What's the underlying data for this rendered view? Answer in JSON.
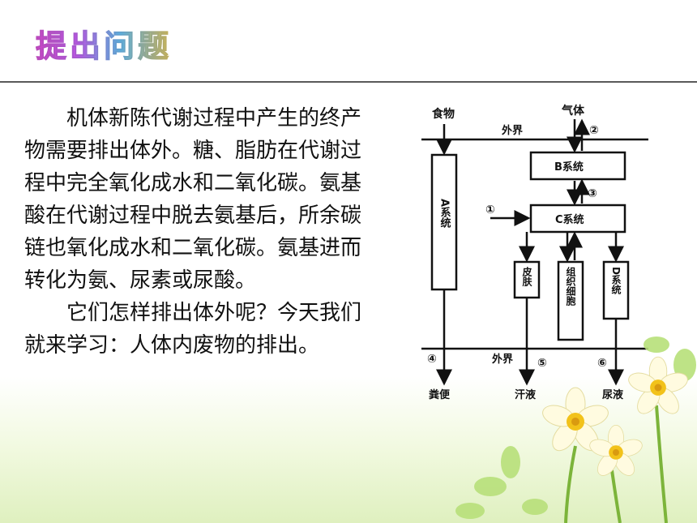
{
  "title": "提出问题",
  "paragraphs": [
    "机体新陈代谢过程中产生的终产物需要排出体外。糖、脂肪在代谢过程中完全氧化成水和二氧化碳。氨基酸在代谢过程中脱去氨基后，所余碳链也氧化成水和二氧化碳。氨基进而转化为氨、尿素或尿酸。",
    "它们怎样排出体外呢？今天我们就来学习：人体内废物的排出。"
  ],
  "diagram": {
    "food": "食物",
    "gas": "气体",
    "outside_top": "外界",
    "outside_bottom": "外界",
    "system_a": "A系统",
    "system_b": "B系统",
    "system_c": "C系统",
    "system_d": "D系统",
    "skin": "皮肤",
    "tissue_cells": "组织细胞",
    "feces": "粪便",
    "sweat": "汗液",
    "urine": "尿液",
    "num1": "①",
    "num2": "②",
    "num3": "③",
    "num4": "④",
    "num5": "⑤",
    "num6": "⑥"
  },
  "colors": {
    "title_start": "#e13ad0",
    "title_end": "#f4d036",
    "background_green": "#dff0bf",
    "flower_petal": "#fffbe0",
    "flower_center": "#f2c21a",
    "stem": "#7cb43a"
  }
}
